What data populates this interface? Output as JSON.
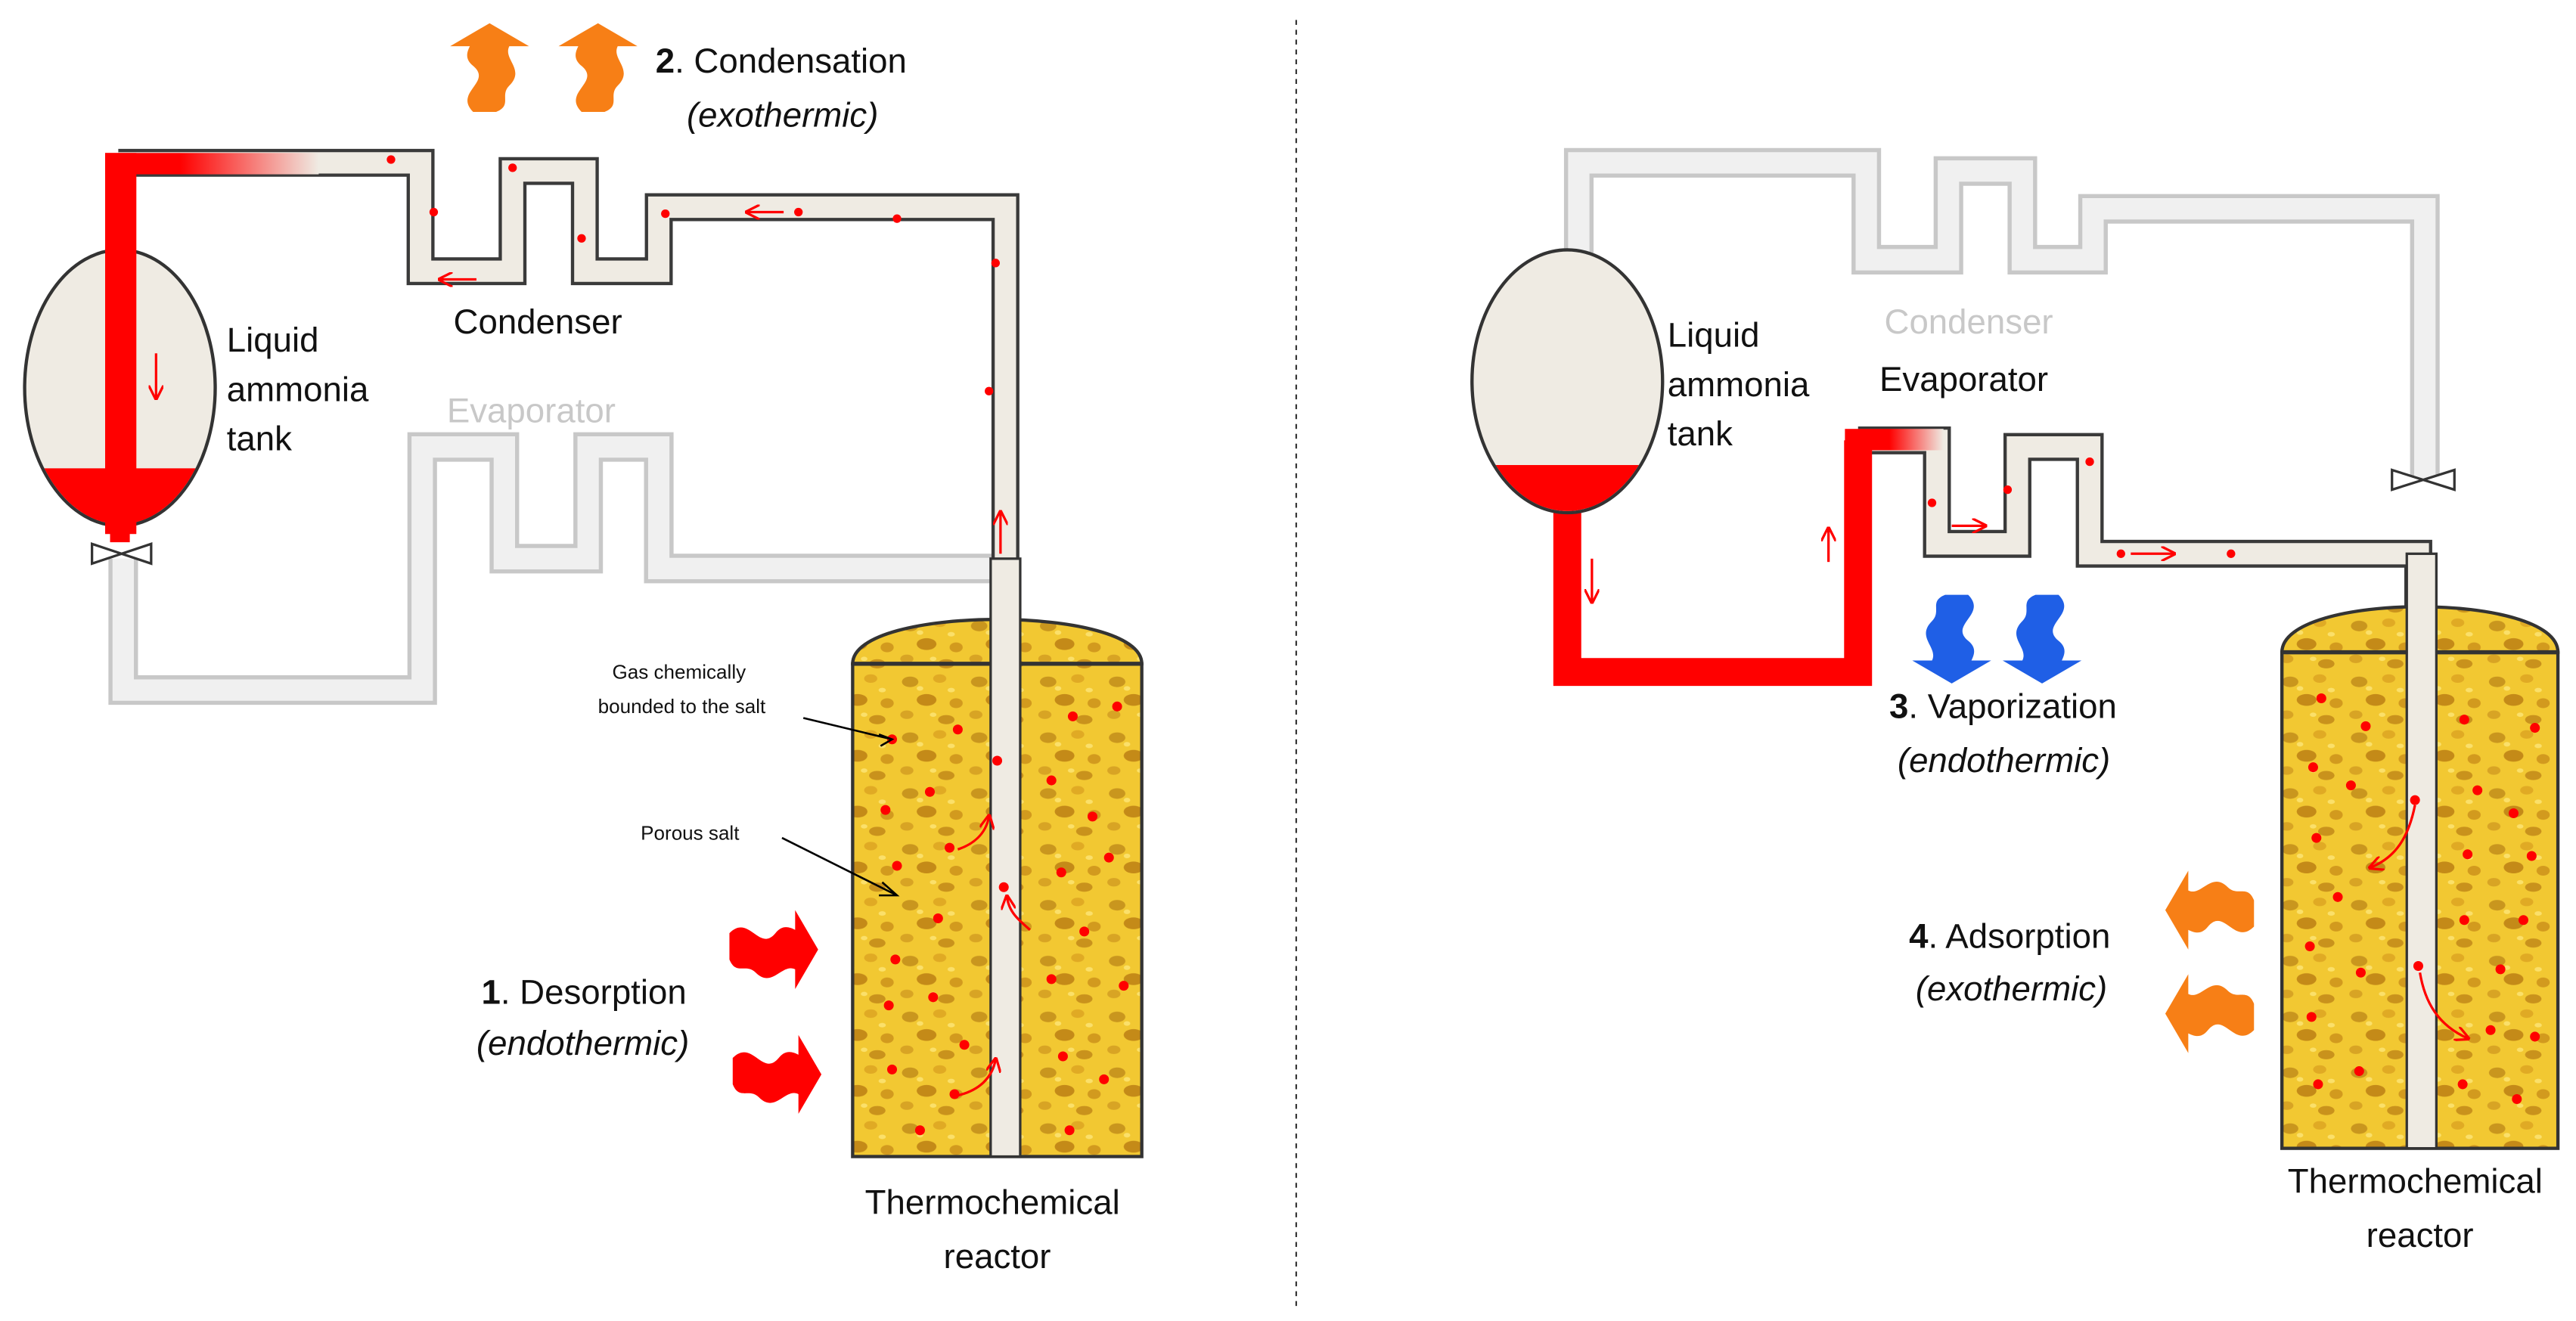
{
  "left_panel": {
    "tank_label": [
      "Liquid",
      "ammonia",
      "tank"
    ],
    "condenser_label": "Condenser",
    "evaporator_label": "Evaporator",
    "step2_num": "2",
    "step2_text": ". Condensation",
    "step2_sub": "(exothermic)",
    "step1_num": "1",
    "step1_text": ". Desorption",
    "step1_sub": "(endothermic)",
    "gas_label": [
      "Gas chemically",
      "bounded to the salt"
    ],
    "porous_label": "Porous salt",
    "reactor_label": [
      "Thermochemical",
      "reactor"
    ]
  },
  "right_panel": {
    "tank_label": [
      "Liquid",
      "ammonia",
      "tank"
    ],
    "condenser_label": "Condenser",
    "evaporator_label": "Evaporator",
    "step3_num": "3",
    "step3_text": ". Vaporization",
    "step3_sub": "(endothermic)",
    "step4_num": "4",
    "step4_text": ". Adsorption",
    "step4_sub": "(exothermic)",
    "reactor_label": [
      "Thermochemical",
      "reactor"
    ]
  },
  "colors": {
    "liquid": "#ff0000",
    "pipe_active": "#efebe3",
    "pipe_inactive": "#f0f0f0",
    "salt": "#f2c832",
    "heat_out": "#f77f16",
    "heat_in_red": "#ff0000",
    "heat_in_blue": "#1f5fe6"
  }
}
